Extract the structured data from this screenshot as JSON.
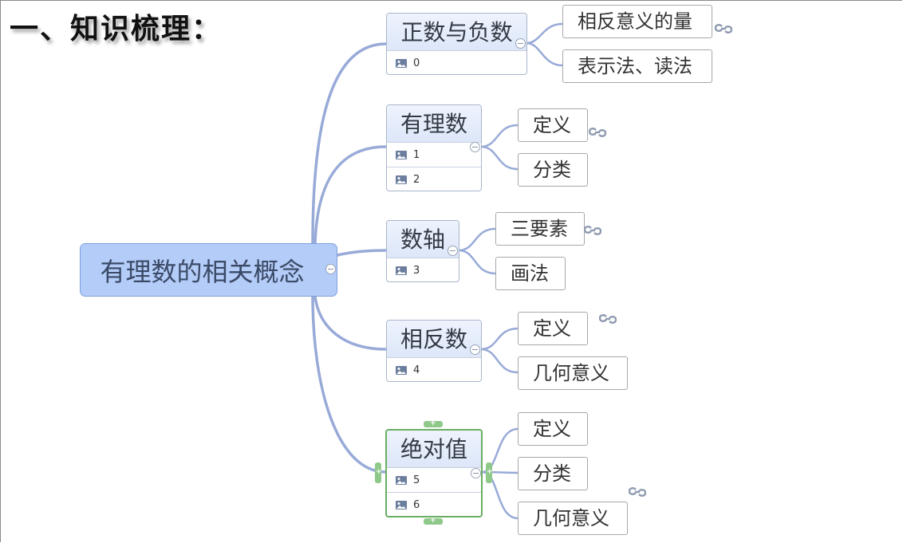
{
  "heading": "一、知识梳理：",
  "root": {
    "label": "有理数的相关概念"
  },
  "topics": [
    {
      "label": "正数与负数",
      "rows": [
        "0"
      ],
      "children": [
        "相反意义的量",
        "表示法、读法"
      ]
    },
    {
      "label": "有理数",
      "rows": [
        "1",
        "2"
      ],
      "children": [
        "定义",
        "分类"
      ]
    },
    {
      "label": "数轴",
      "rows": [
        "3"
      ],
      "children": [
        "三要素",
        "画法"
      ]
    },
    {
      "label": "相反数",
      "rows": [
        "4"
      ],
      "children": [
        "定义",
        "几何意义"
      ]
    },
    {
      "label": "绝对值",
      "rows": [
        "5",
        "6"
      ],
      "children": [
        "定义",
        "分类",
        "几何意义"
      ]
    }
  ],
  "icons": {
    "attachment": "image-icon",
    "hyperlink": "link-icon",
    "collapse": "collapse-icon",
    "selection_handle": "plus-handle-icon"
  },
  "colors": {
    "connector": "#98aad8",
    "root_fill": "#b3ccf8",
    "topic_header": "#e6edfb",
    "selected_border": "#6aae63"
  }
}
